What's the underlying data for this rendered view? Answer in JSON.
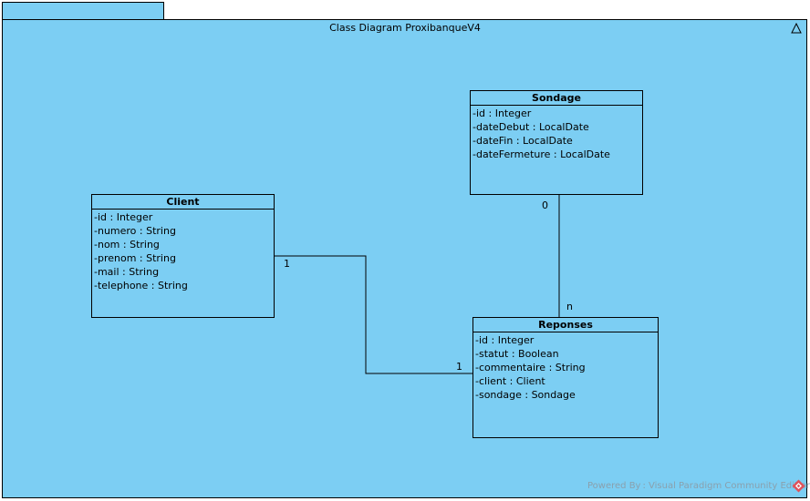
{
  "diagram": {
    "title": "Class Diagram ProxibanqueV4",
    "footer": "Powered By : Visual Paradigm Community Edition"
  },
  "classes": {
    "sondage": {
      "name": "Sondage",
      "attributes": [
        "-id : Integer",
        "-dateDebut : LocalDate",
        "-dateFin : LocalDate",
        "-dateFermeture : LocalDate"
      ]
    },
    "client": {
      "name": "Client",
      "attributes": [
        "-id : Integer",
        "-numero : String",
        "-nom : String",
        "-prenom : String",
        "-mail : String",
        "-telephone : String"
      ]
    },
    "reponses": {
      "name": "Reponses",
      "attributes": [
        "-id : Integer",
        "-statut : Boolean",
        "-commentaire : String",
        "-client : Client",
        "-sondage : Sondage"
      ]
    }
  },
  "associations": {
    "client_reponses": {
      "client_end": "1",
      "reponses_end": "1"
    },
    "sondage_reponses": {
      "sondage_end": "0",
      "reponses_end": "n"
    }
  },
  "colors": {
    "fill": "#7ccef3",
    "line": "#000000",
    "logo": "#e0525a"
  },
  "icons": {
    "frame": "triangle-icon",
    "brand": "visual-paradigm-logo-icon"
  }
}
